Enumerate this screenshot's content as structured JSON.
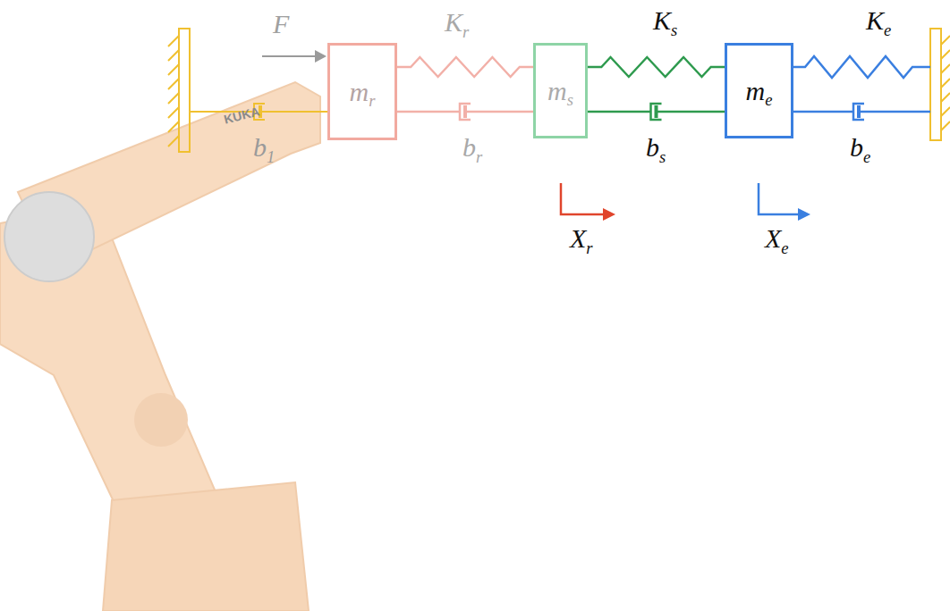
{
  "diagram": {
    "nodes": [
      {
        "text": [
          "mr"
        ]
      },
      {
        "text": [
          "ms"
        ]
      },
      {
        "text": [
          "me"
        ]
      }
    ],
    "edges": [
      {
        "from": 0,
        "to": 1,
        "arrow": "none"
      },
      {
        "from": 1,
        "to": 2,
        "arrow": "none"
      }
    ],
    "labels": [
      "F",
      "Kr",
      "br",
      "b1",
      "Ks",
      "bs",
      "Ke",
      "be",
      "Xr",
      "Xe",
      "KUKA"
    ]
  }
}
